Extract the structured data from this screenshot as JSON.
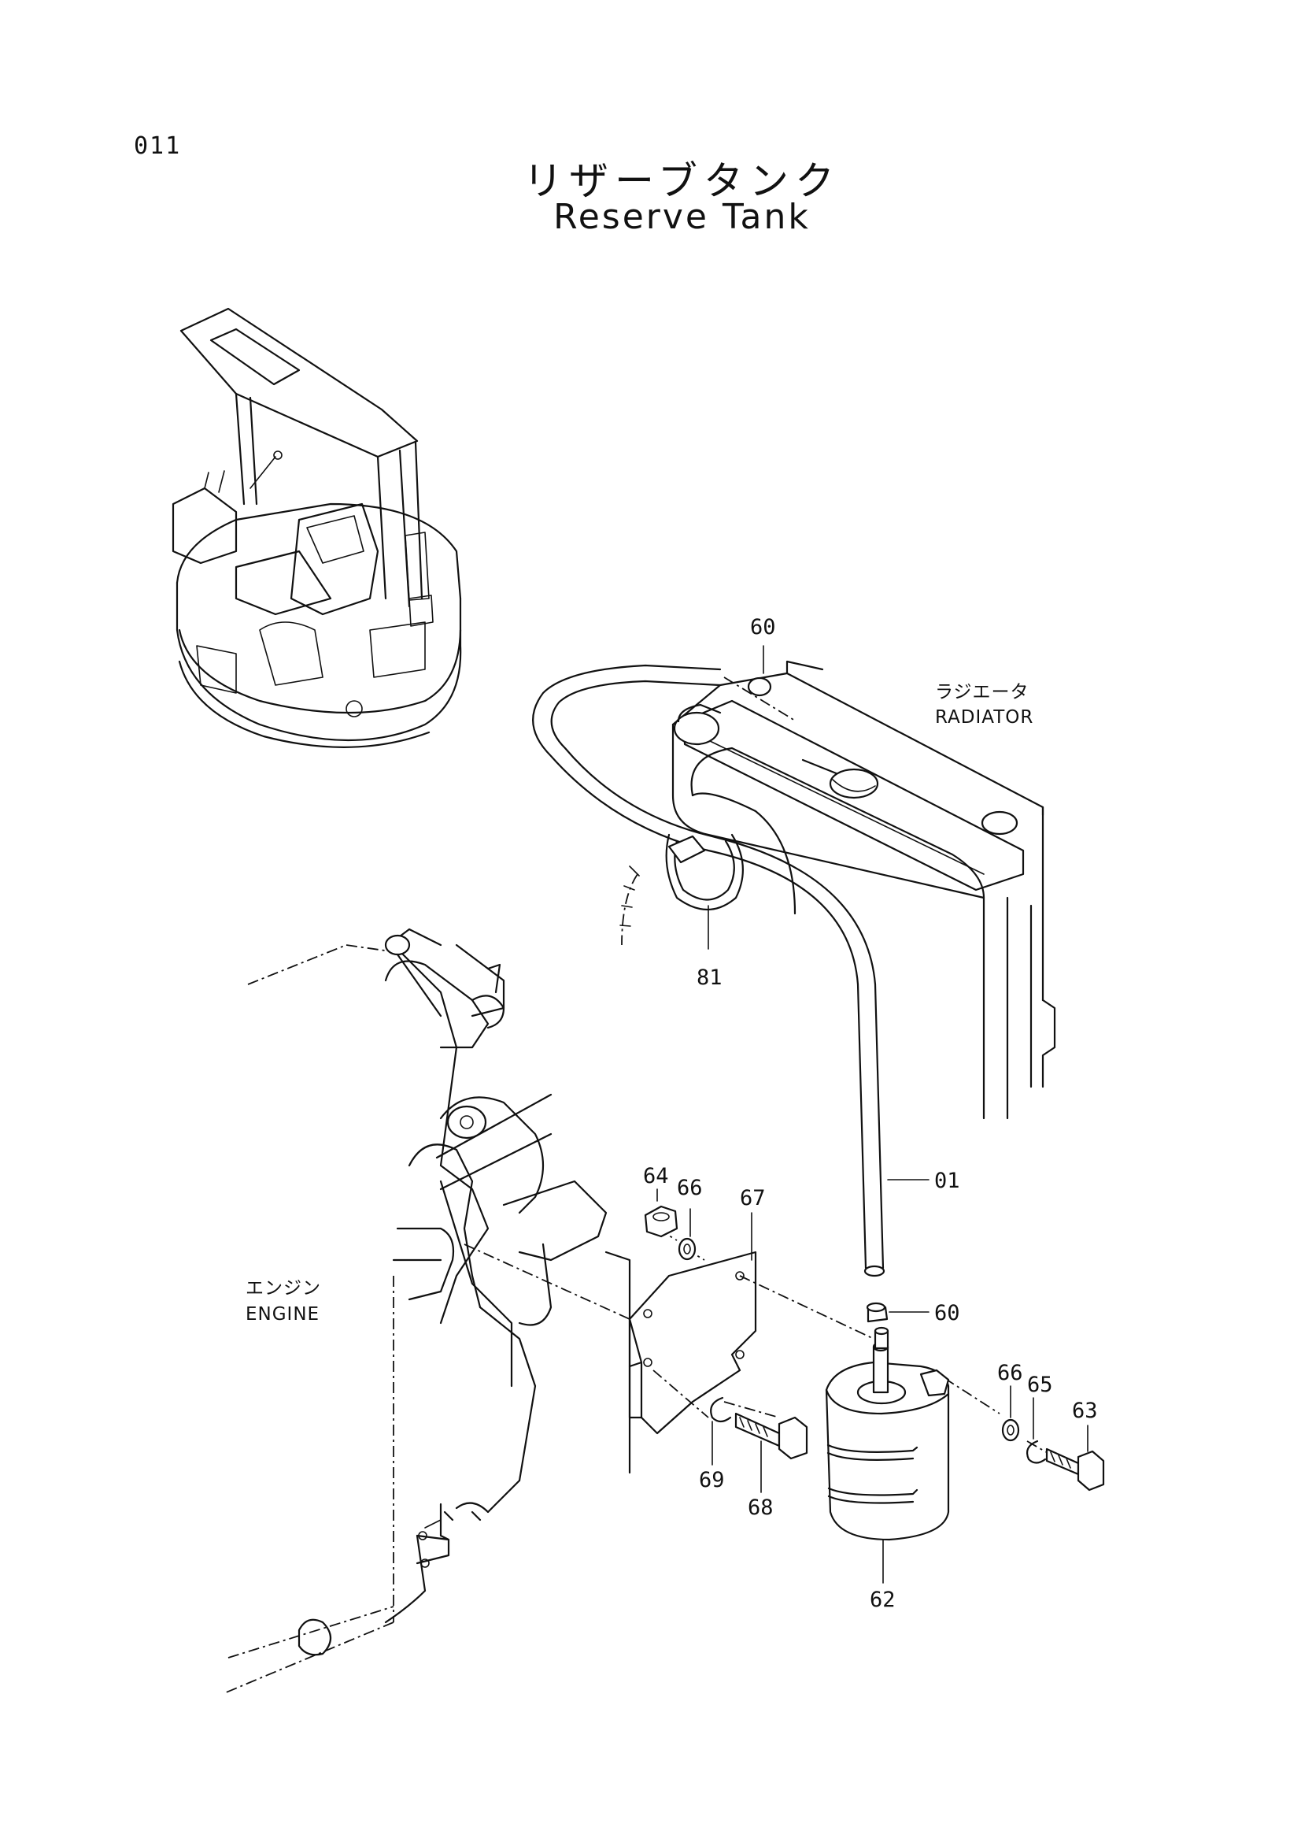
{
  "page_number": "011",
  "title_jp": "リザーブタンク",
  "title_en": "Reserve Tank",
  "labels": {
    "radiator_jp": "ラジエータ",
    "radiator_en": "RADIATOR",
    "engine_jp": "エンジン",
    "engine_en": "ENGINE"
  },
  "callouts": {
    "c01": "01",
    "c60_top": "60",
    "c60_mid": "60",
    "c62": "62",
    "c63": "63",
    "c64": "64",
    "c65": "65",
    "c66_left": "66",
    "c66_right": "66",
    "c67": "67",
    "c68": "68",
    "c69": "69",
    "c81": "81"
  }
}
